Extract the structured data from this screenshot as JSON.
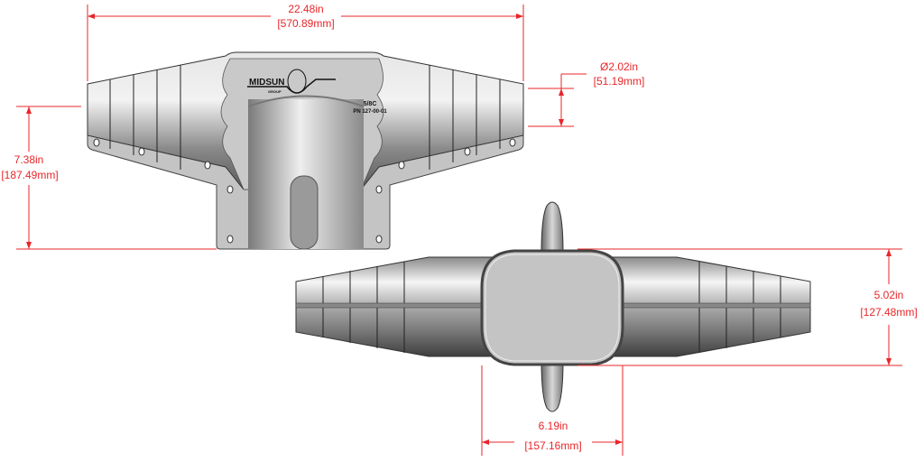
{
  "dimensions": {
    "overall_length": {
      "inch": "22.48in",
      "mm": "[570.89mm]"
    },
    "diameter": {
      "inch": "Ø2.02in",
      "mm": "[51.19mm]"
    },
    "height": {
      "inch": "7.38in",
      "mm": "[187.49mm]"
    },
    "end_width": {
      "inch": "5.02in",
      "mm": "[127.48mm]"
    },
    "center_width": {
      "inch": "6.19in",
      "mm": "[157.16mm]"
    }
  },
  "part_markings": {
    "logo": "MIDSUN",
    "logo_sub": "GROUP",
    "grade": "5/8C",
    "part_number": "PN 127-00-01"
  },
  "colors": {
    "dimension": "#e8262a",
    "part_body": "#b8b8b8",
    "outline": "#333333"
  }
}
